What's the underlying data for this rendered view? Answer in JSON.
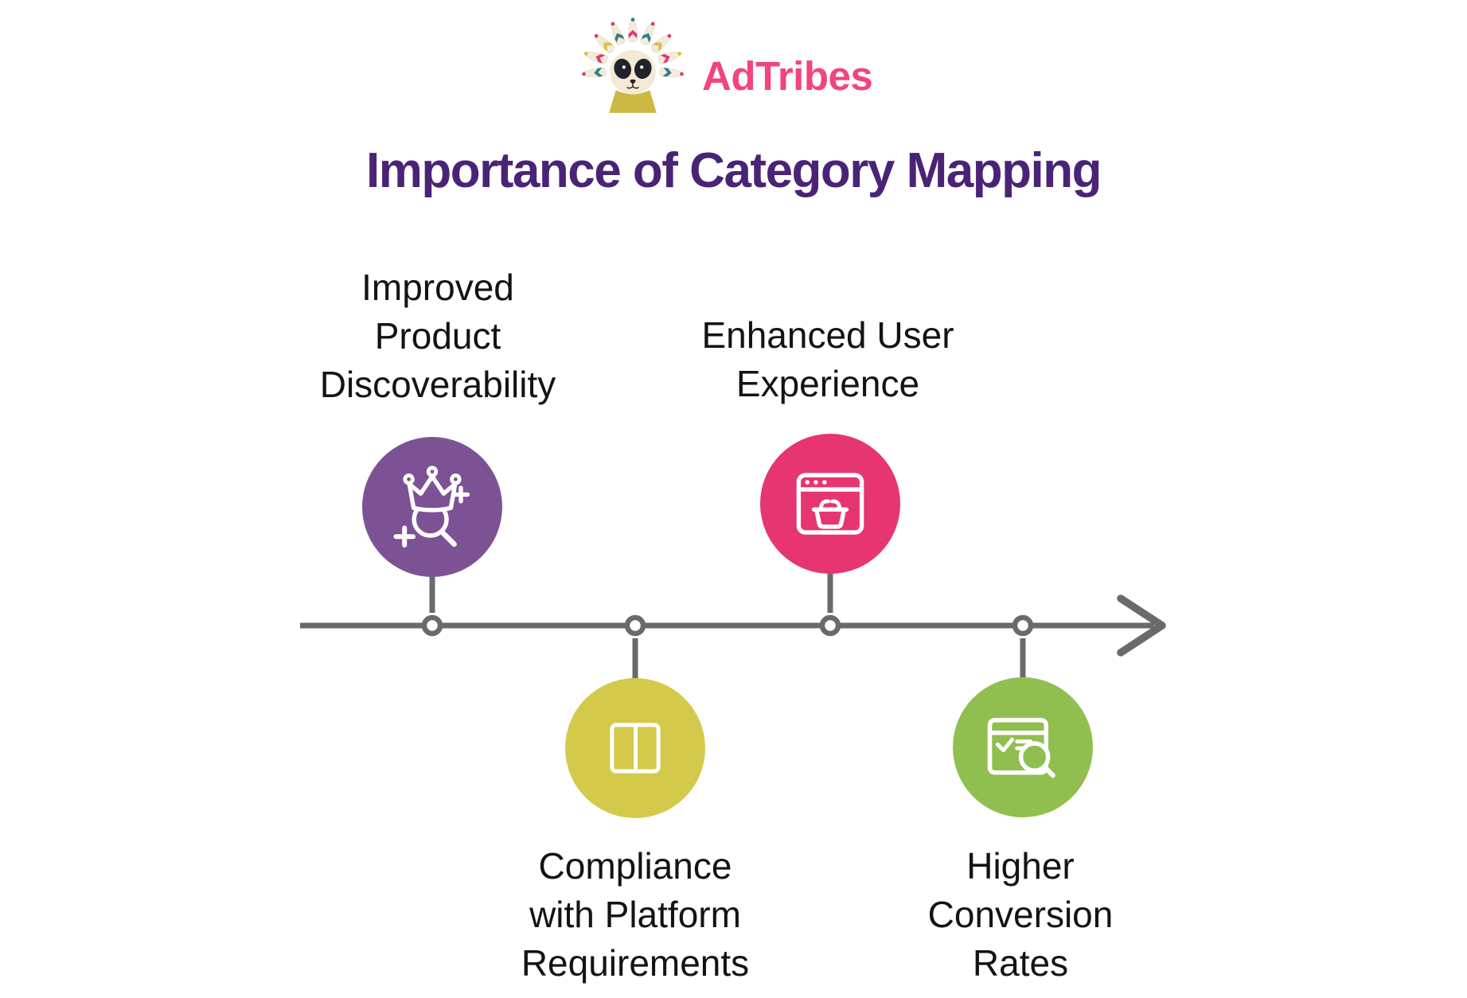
{
  "brand": {
    "name": "AdTribes",
    "logo": "adtribes-panda-headdress-logo",
    "color": "#F2447E"
  },
  "title": {
    "text": "Importance of Category Mapping",
    "color": "#4A2376"
  },
  "timeline": {
    "line_color": "#6A6A6A",
    "dot_fill": "#FFFFFF",
    "direction": "left-to-right-arrow"
  },
  "items": [
    {
      "id": "improved-product-discoverability",
      "lines": [
        "Improved",
        "Product",
        "Discoverability"
      ],
      "color": "#7C5295",
      "icon": "crown-magnifier-icon",
      "side": "top"
    },
    {
      "id": "enhanced-user-experience",
      "lines": [
        "Enhanced User",
        "Experience"
      ],
      "color": "#E63571",
      "icon": "browser-basket-icon",
      "side": "top"
    },
    {
      "id": "compliance-with-platform-requirements",
      "lines": [
        "Compliance",
        "with Platform",
        "Requirements"
      ],
      "color": "#D3CA4B",
      "icon": "split-layout-icon",
      "side": "bottom"
    },
    {
      "id": "higher-conversion-rates",
      "lines": [
        "Higher",
        "Conversion",
        "Rates"
      ],
      "color": "#90BF50",
      "icon": "browser-checklist-magnifier-icon",
      "side": "bottom"
    }
  ]
}
